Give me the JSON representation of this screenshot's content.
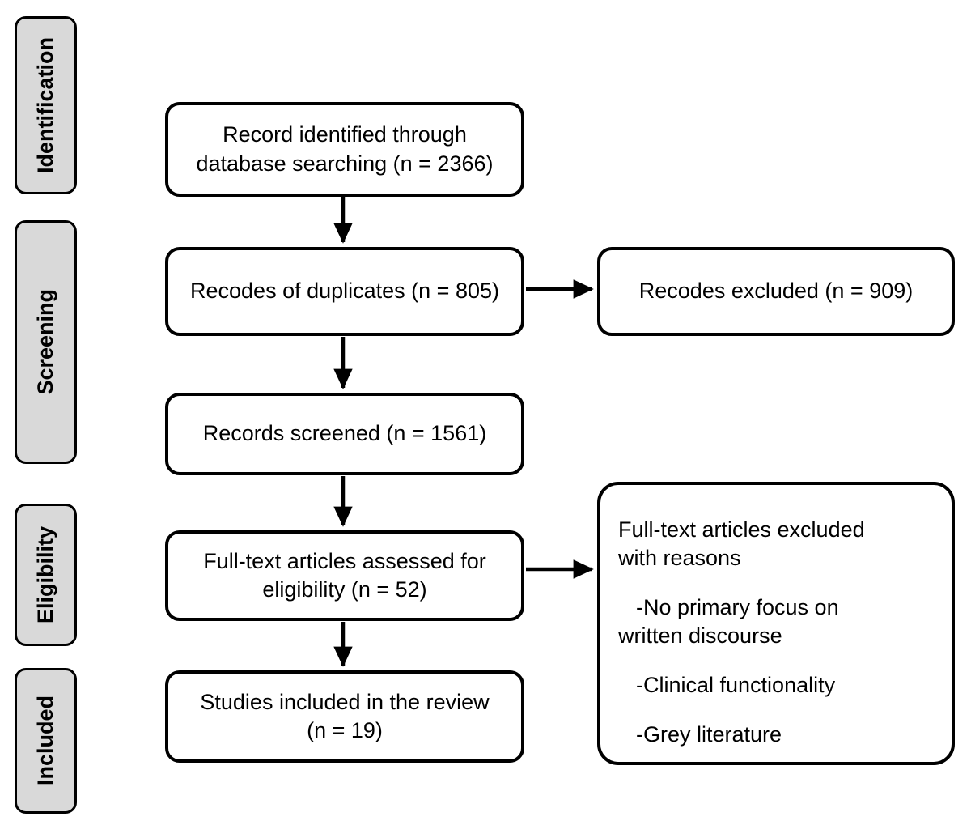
{
  "figure": {
    "type": "prisma-flow-diagram",
    "stages": [
      {
        "id": "identification",
        "label": "Identification"
      },
      {
        "id": "screening",
        "label": "Screening"
      },
      {
        "id": "eligibility",
        "label": "Eligibility"
      },
      {
        "id": "included",
        "label": "Included"
      }
    ],
    "boxes": {
      "identified": {
        "text": "Record identified through\ndatabase searching (n =  2366)",
        "count": 2366
      },
      "duplicates": {
        "text": "Recodes of duplicates (n = 805)",
        "count": 805
      },
      "excluded_records": {
        "text": "Recodes excluded (n = 909)",
        "count": 909
      },
      "screened": {
        "text": "Records screened (n = 1561)",
        "count": 1561
      },
      "fulltext_assessed": {
        "text": "Full-text articles assessed for\neligibility (n = 52)",
        "count": 52
      },
      "included_studies": {
        "text": "Studies included in the review\n(n = 19)",
        "count": 19
      },
      "excluded_reasons": {
        "heading": "Full-text articles excluded\nwith reasons",
        "items": [
          "-No primary focus on\nwritten discourse",
          "-Clinical functionality",
          "-Grey literature"
        ]
      }
    },
    "colors": {
      "stage_fill": "#d9d9d9",
      "stroke": "#000000",
      "box_fill": "#ffffff",
      "text": "#000000"
    }
  }
}
